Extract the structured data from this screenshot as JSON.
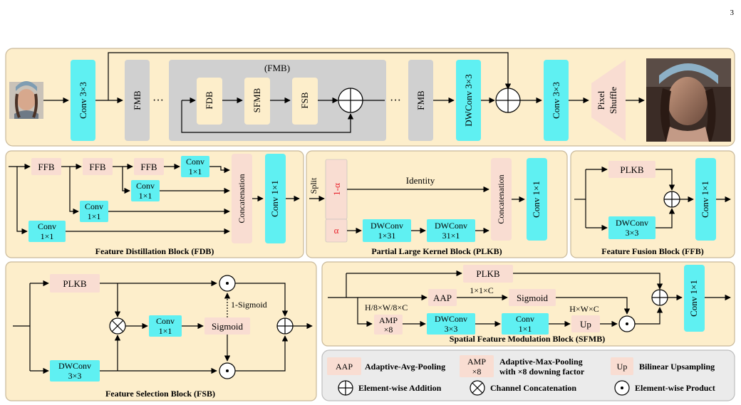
{
  "page_number": "3",
  "colors": {
    "panel_fill": "#fdeecb",
    "panel_border": "#c9b99a",
    "legend_fill": "#ebebeb",
    "fmb_grey": "#d0d0d0",
    "conv_cyan": "#5ff0f2",
    "block_pink": "#f9ddd2",
    "alpha_red": "#e8202a"
  },
  "top": {
    "input_image": "portrait-small",
    "output_image": "portrait-large",
    "conv_in": "Conv 3×3",
    "fmb": "FMB",
    "ellipsis": "···",
    "fmb_group_title": "(FMB)",
    "fdb": "FDB",
    "sfmb": "SFMB",
    "fsb": "FSB",
    "dwconv": "DWConv 3×3",
    "conv_out": "Conv 3×3",
    "pixel_shuffle": [
      "Pixel",
      "Shuffle"
    ]
  },
  "fdb": {
    "title": "Feature Distillation Block (FDB)",
    "ffb": "FFB",
    "conv": [
      "Conv",
      "1×1"
    ],
    "concat": "Concatenation",
    "conv_final": "Conv 1×1"
  },
  "plkb": {
    "title": "Partial Large Kernel Block (PLKB)",
    "split": "Split",
    "one_minus_alpha": "1-α",
    "alpha": "α",
    "identity": "Identity",
    "dw1": [
      "DWConv",
      "1×31"
    ],
    "dw2": [
      "DWConv",
      "31×1"
    ],
    "concat": "Concatenation",
    "conv": "Conv 1×1"
  },
  "ffb": {
    "title": "Feature Fusion Block (FFB)",
    "plkb": "PLKB",
    "dw": [
      "DWConv",
      "3×3"
    ],
    "conv": "Conv 1×1"
  },
  "fsb": {
    "title": "Feature Selection Block (FSB)",
    "plkb": "PLKB",
    "conv": [
      "Conv",
      "1×1"
    ],
    "sigmoid": "Sigmoid",
    "one_sigmoid": "1-Sigmoid",
    "dw": [
      "DWConv",
      "3×3"
    ]
  },
  "sfmb": {
    "title": "Spatial Feature Modulation Block (SFMB)",
    "plkb": "PLKB",
    "aap": "AAP",
    "amp": [
      "AMP",
      "×8"
    ],
    "dim1": "1×1×C",
    "sigmoid": "Sigmoid",
    "hw8": "H/8×W/8×C",
    "dw": [
      "DWConv",
      "3×3"
    ],
    "conv": [
      "Conv",
      "1×1"
    ],
    "up": "Up",
    "hwc": "H×W×C",
    "conv_final": "Conv 1×1"
  },
  "legend": {
    "aap_box": "AAP",
    "aap_text": "Adaptive-Avg-Pooling",
    "amp_box": [
      "AMP",
      "×8"
    ],
    "amp_text": [
      "Adaptive-Max-Pooling",
      "with ×8 downing factor"
    ],
    "up_box": "Up",
    "up_text": "Bilinear Upsampling",
    "add_text": "Element-wise Addition",
    "concat_text": "Channel Concatenation",
    "prod_text": "Element-wise Product"
  }
}
